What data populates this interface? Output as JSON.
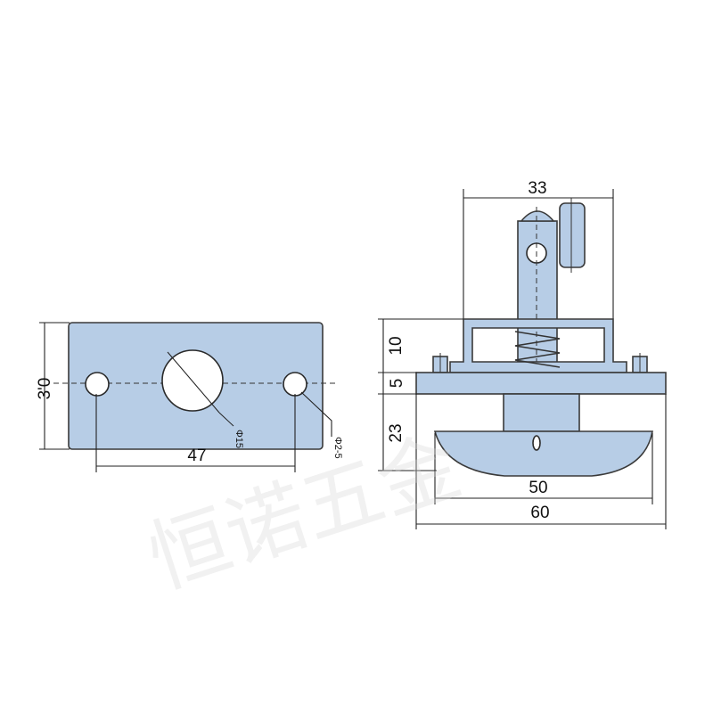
{
  "front_view": {
    "height_label": "3'0",
    "width_label": "47",
    "center_hole_label": "Φ15",
    "side_hole_label": "Φ2-5"
  },
  "side_view": {
    "top_label": "33",
    "label_10": "10",
    "label_5": "5",
    "label_23": "23",
    "label_50": "50",
    "label_60": "60"
  },
  "watermark": "恒诺五金"
}
